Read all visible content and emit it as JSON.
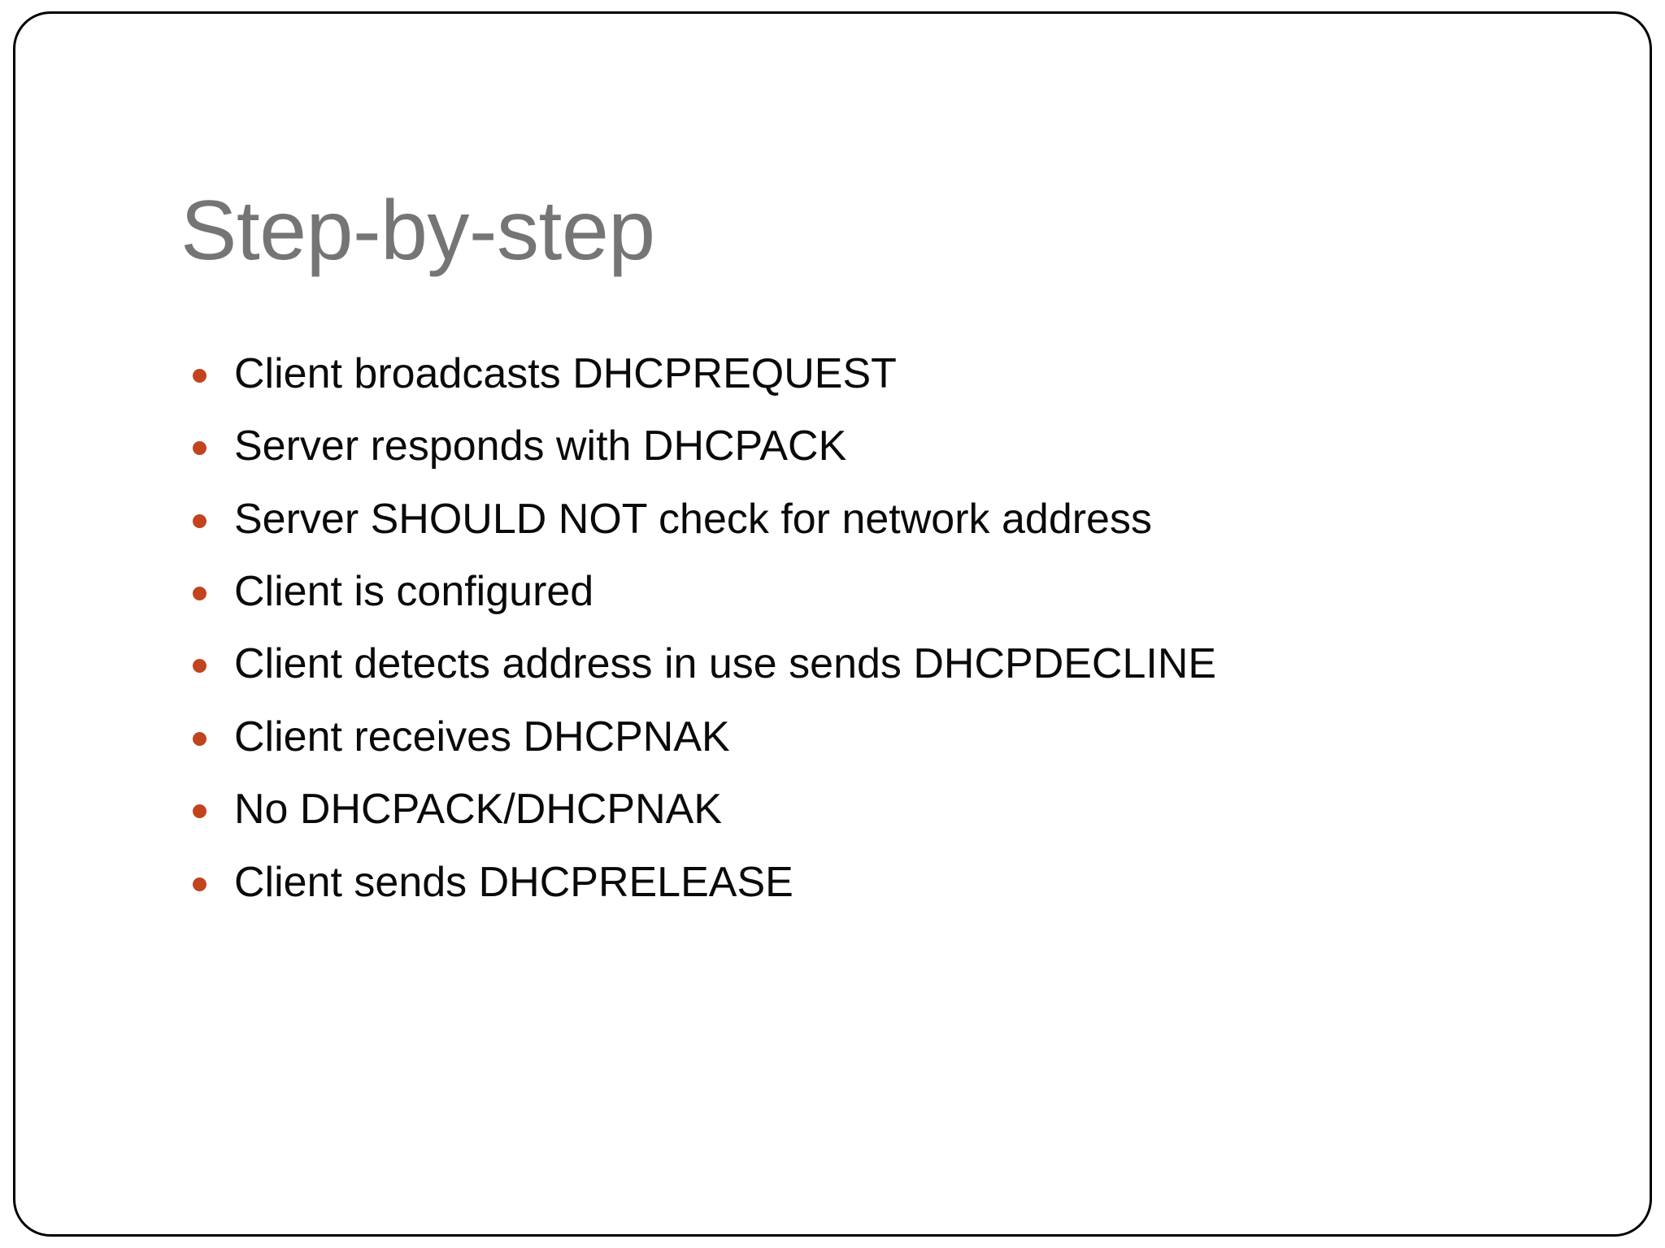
{
  "slide": {
    "title": "Step-by-step",
    "title_color": "#757575",
    "background_color": "#FFFFFF",
    "border_color": "#000000",
    "bullet_marker_color": "#C0441E",
    "body_text_color": "#0A0A0A",
    "bullet_icon_name": "bullet-dot-icon",
    "bullets": [
      {
        "text": "Client broadcasts DHCPREQUEST"
      },
      {
        "text": "Server responds with DHCPACK"
      },
      {
        "text": "Server SHOULD NOT check for network address"
      },
      {
        "text": "Client is configured"
      },
      {
        "text": "Client detects address in use sends DHCPDECLINE"
      },
      {
        "text": "Client receives DHCPNAK"
      },
      {
        "text": "No DHCPACK/DHCPNAK"
      },
      {
        "text": "Client sends DHCPRELEASE"
      }
    ]
  }
}
